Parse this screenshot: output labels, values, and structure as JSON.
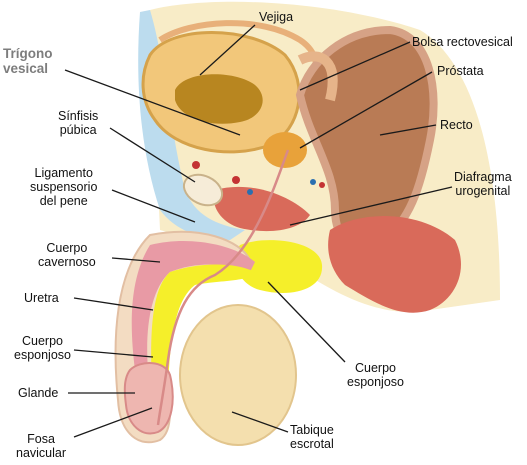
{
  "labels": {
    "vejiga": "Vejiga",
    "bolsa_rectovesical": "Bolsa rectovesical",
    "trigono_vesical": "Trígono\nvesical",
    "prostata": "Próstata",
    "sinfisis_pubica": "Sínfisis\npúbica",
    "recto": "Recto",
    "ligamento_suspensorio": "Ligamento\nsuspensorio\ndel pene",
    "diafragma_urogenital": "Diafragma\nurogenital",
    "cuerpo_cavernoso": "Cuerpo\ncavernoso",
    "uretra": "Uretra",
    "cuerpo_esponjoso_left": "Cuerpo\nesponjoso",
    "cuerpo_esponjoso_right": "Cuerpo\nesponjoso",
    "glande": "Glande",
    "tabique_escrotal": "Tabique\nescrotal",
    "fosa_navicular": "Fosa\nnavicular"
  },
  "colors": {
    "leader_line": "#1a1a1a",
    "bladder": "#f2c77a",
    "bladder_inner": "#b88620",
    "rectum": "#b97b55",
    "prostate": "#e8a23a",
    "corpus_cavernosum": "#e89aa5",
    "corpus_spongiosum": "#f5ef2a",
    "pubic_symphysis": "#f6ecd8",
    "muscle": "#d96a5a",
    "skin": "#f3dcc2",
    "scrotum": "#f4dfae",
    "ligament": "#b9dbef",
    "muted_label": "#7d7d7d"
  }
}
